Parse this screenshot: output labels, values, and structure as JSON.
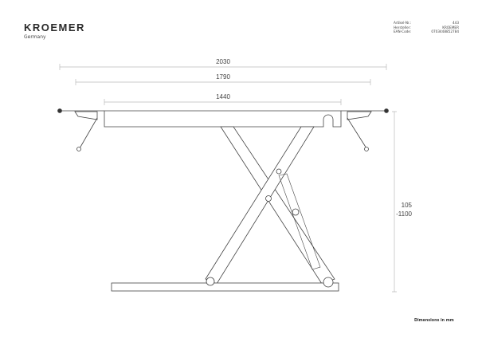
{
  "brand": {
    "name": "KROEMER",
    "subtitle": "Germany"
  },
  "meta": [
    {
      "label": "Artikel-Nr.:",
      "value": "443"
    },
    {
      "label": "Hersteller:",
      "value": "KROEMER"
    },
    {
      "label": "EAN-Code:",
      "value": "0703448852784"
    }
  ],
  "dimensions": {
    "overall_width": "2030",
    "mid_width": "1790",
    "platform_width": "1440",
    "height_min": "105",
    "height_max": "-1100"
  },
  "note": "Dimensions in mm"
}
